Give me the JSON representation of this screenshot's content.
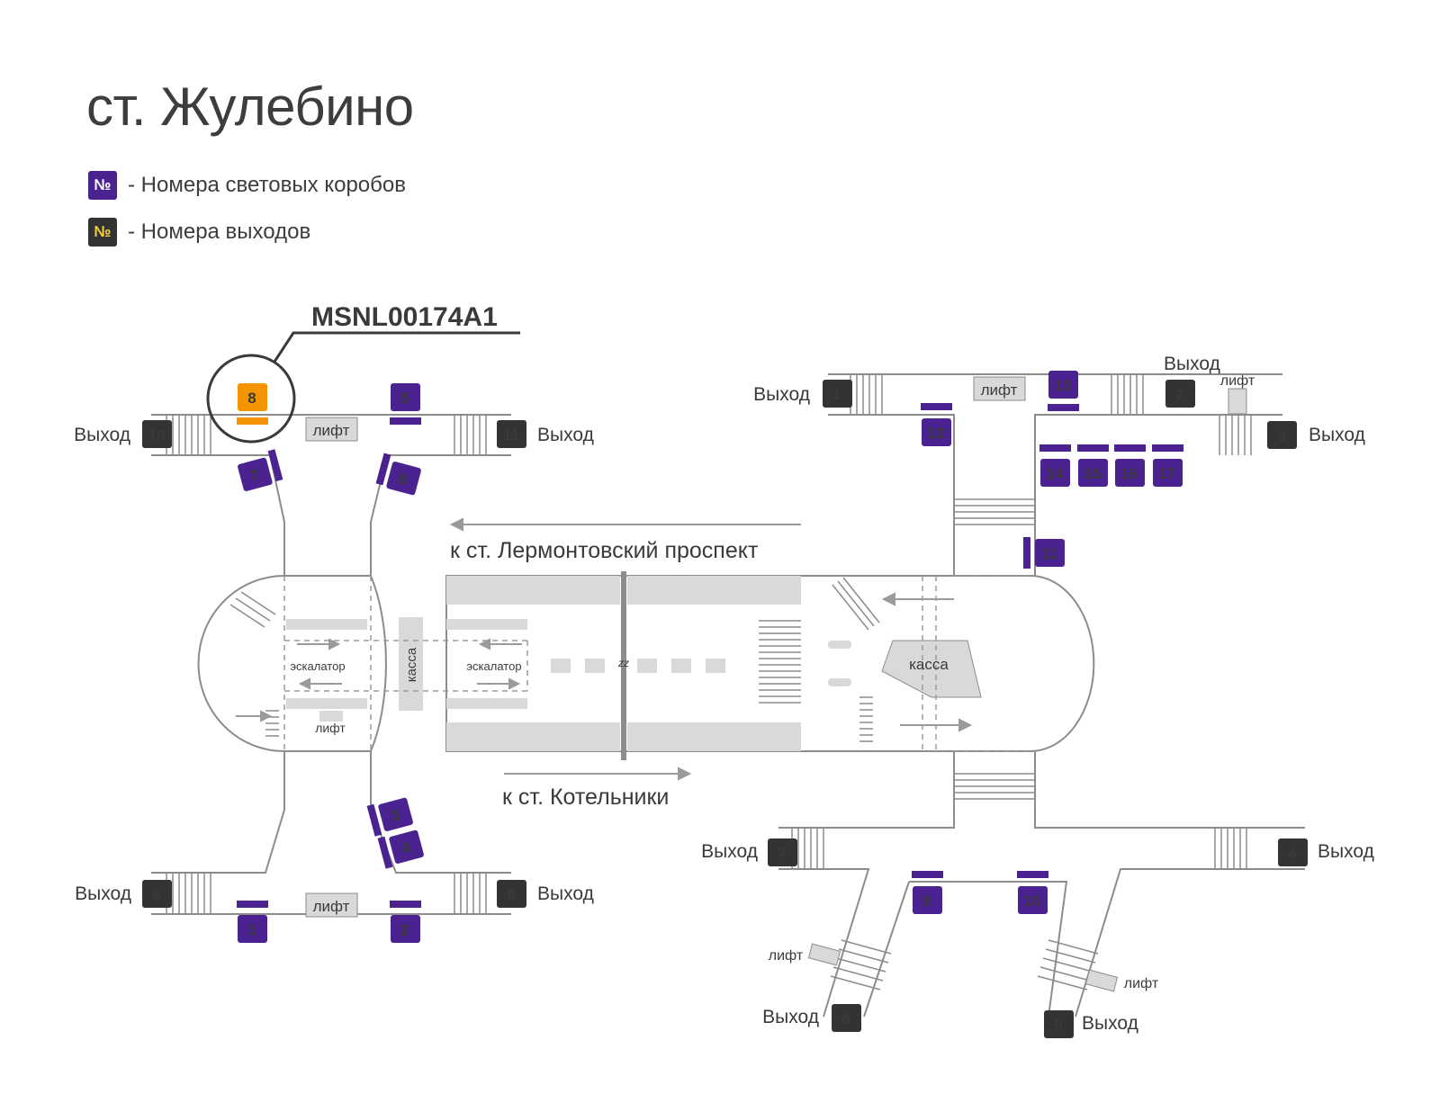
{
  "title": "ст. Жулебино",
  "legend": {
    "lightbox": {
      "symbol": "№",
      "text": "- Номера световых коробов"
    },
    "exit": {
      "symbol": "№",
      "text": "- Номера выходов"
    }
  },
  "callout": {
    "code": "MSNL00174A1",
    "box": "8"
  },
  "labels": {
    "exit_word": "Выход",
    "lift": "лифт",
    "escalator": "эскалатор",
    "kassa": "касса",
    "direction_1": "к ст. Лермонтовский проспект",
    "direction_2": "к ст. Котельники",
    "zz": "zz"
  },
  "exits": [
    "1",
    "2",
    "3",
    "4",
    "5",
    "6",
    "7",
    "8",
    "9",
    "10",
    "11"
  ],
  "lightboxes": [
    "1",
    "2",
    "3",
    "4",
    "5",
    "6",
    "7",
    "8",
    "9",
    "10",
    "11",
    "12",
    "13",
    "14",
    "15",
    "16",
    "17"
  ],
  "colors": {
    "lightbox": "#4b2391",
    "exit": "#333333",
    "exit_number": "#f3d13a",
    "highlight": "#f39400",
    "line": "#8c8c8c",
    "fill": "#d9d9d9"
  }
}
